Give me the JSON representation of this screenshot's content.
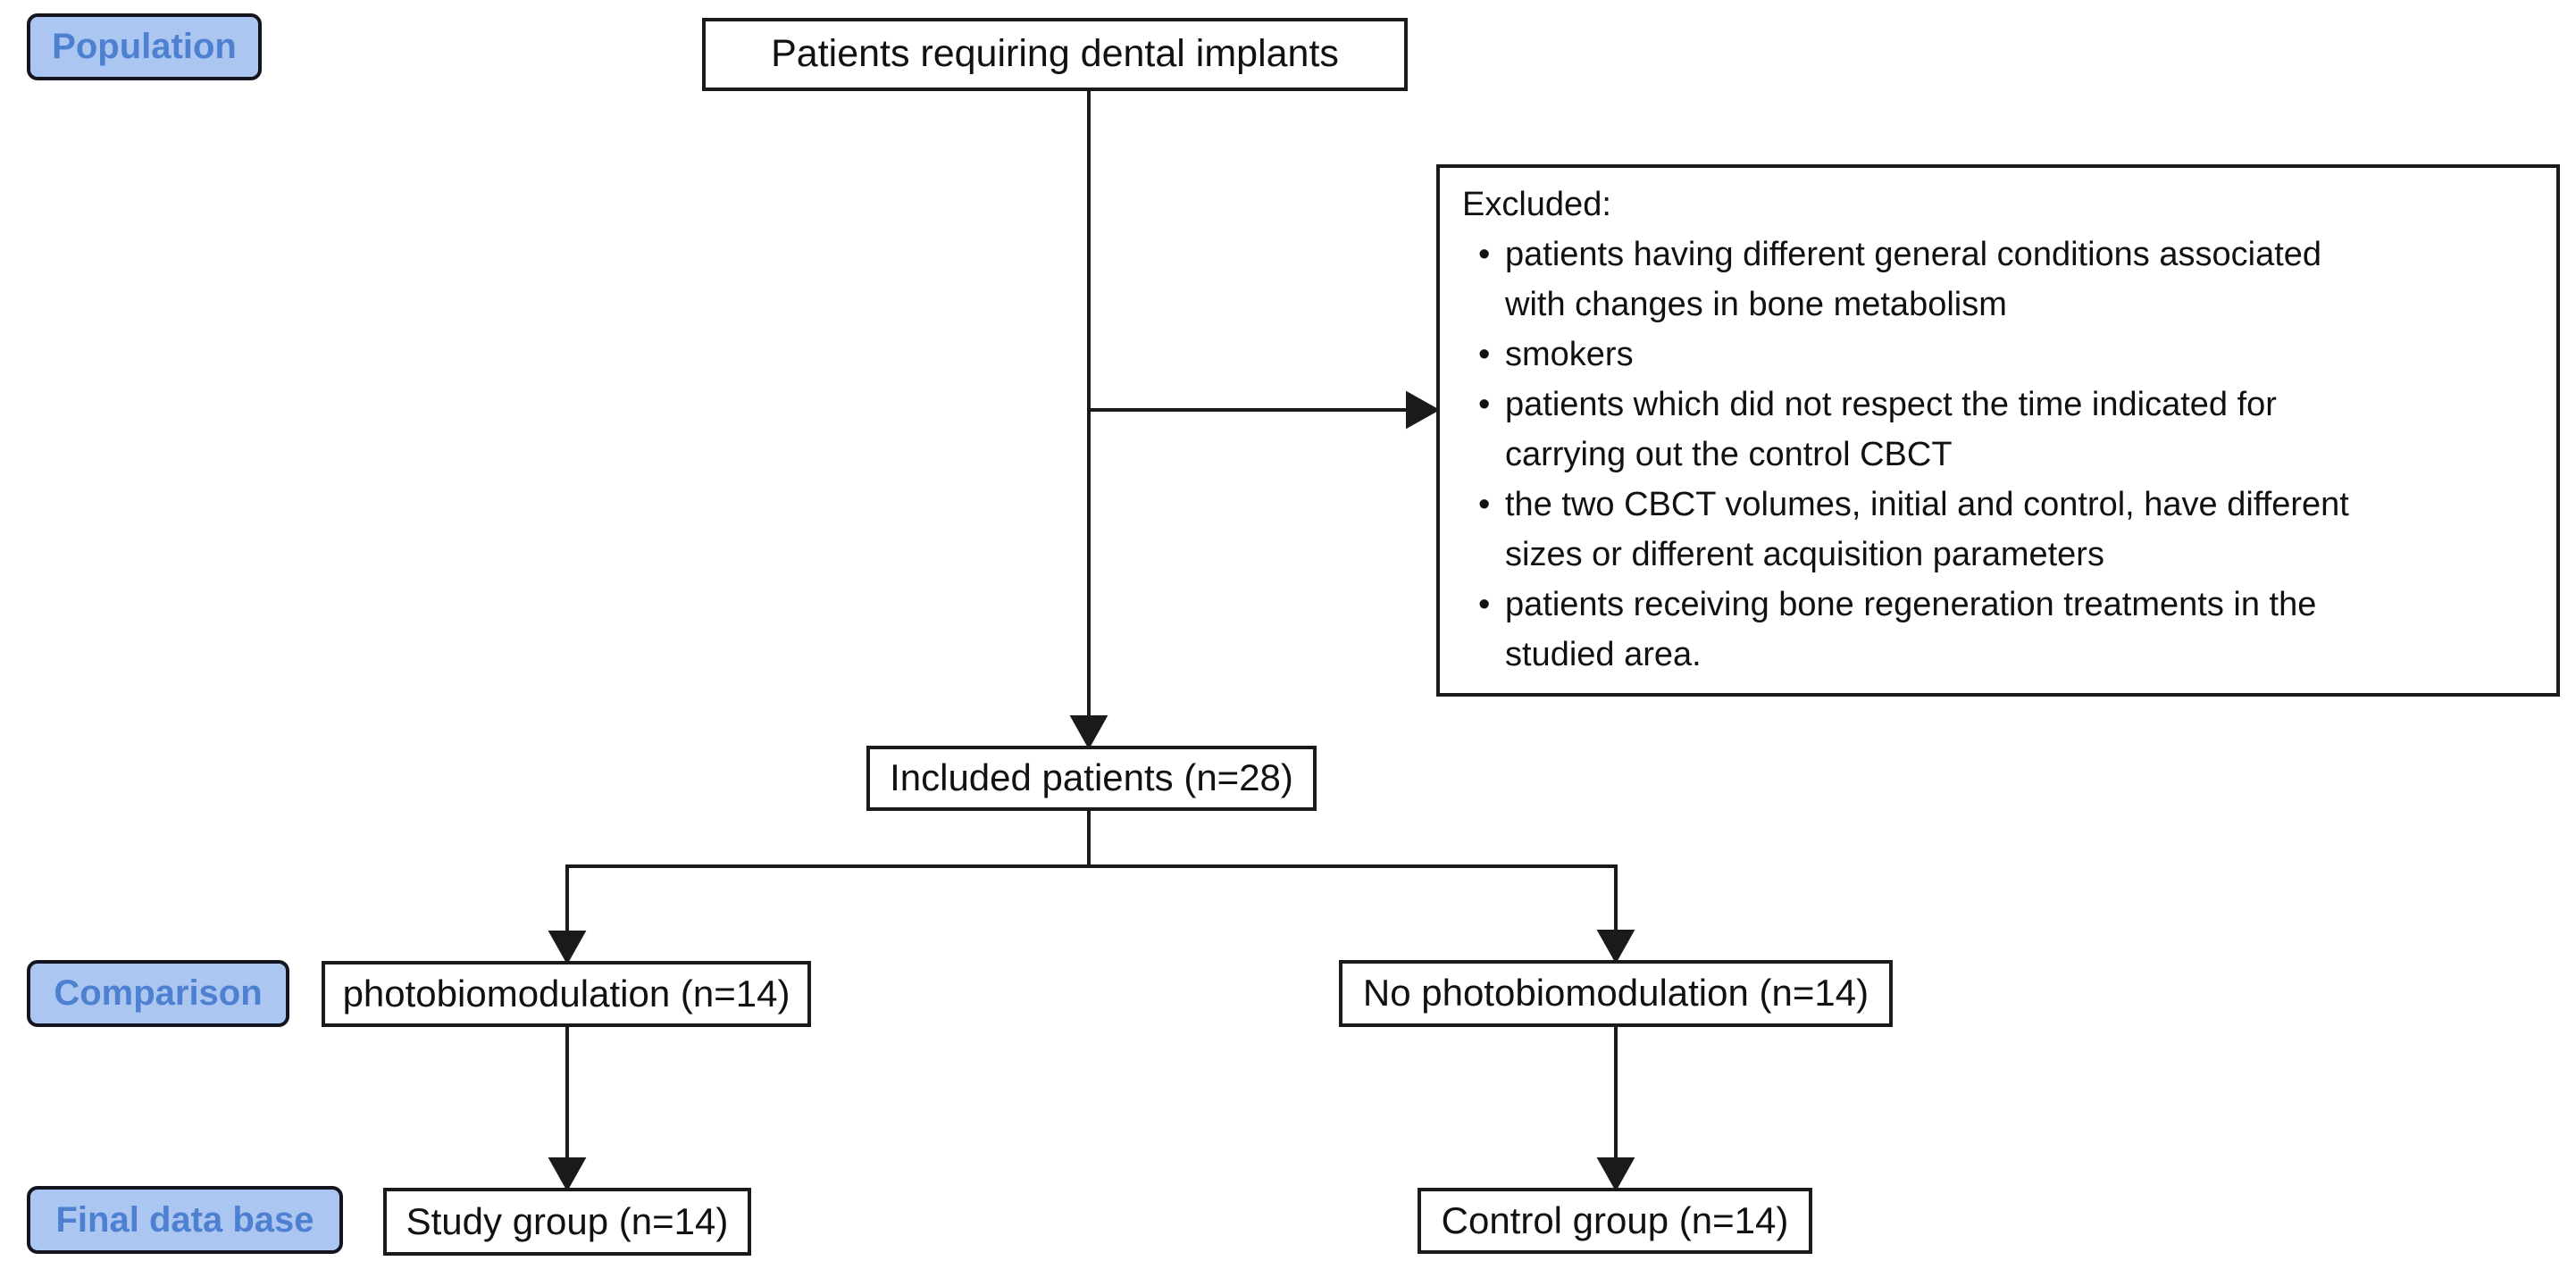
{
  "diagram": {
    "stage_labels": [
      {
        "label": "Population"
      },
      {
        "label": "Comparison"
      },
      {
        "label": "Final data base"
      }
    ],
    "nodes": {
      "patients": "Patients requiring dental implants",
      "included": "Included patients (n=28)",
      "photobiomodulation": "photobiomodulation (n=14)",
      "no_photobiomodulation": "No photobiomodulation (n=14)",
      "study_group": "Study group (n=14)",
      "control_group": "Control group (n=14)"
    },
    "excluded": {
      "title": "Excluded:",
      "bullet": "•",
      "items": [
        "patients having different general conditions associated\nwith changes in bone metabolism",
        "smokers",
        "patients which did not respect the time indicated for\ncarrying out the control CBCT",
        "the two CBCT volumes, initial and control, have different\nsizes or different acquisition parameters",
        "patients receiving bone regeneration treatments in the\nstudied area."
      ]
    },
    "colors": {
      "stage_fill": "#abc7f1",
      "stage_text": "#4d80d0",
      "stage_border": "#15151f",
      "box_fill": "#ffffff",
      "box_border": "#1a1a1a",
      "box_text": "#111111",
      "connector": "#1a1a1a",
      "background": "#ffffff"
    }
  }
}
